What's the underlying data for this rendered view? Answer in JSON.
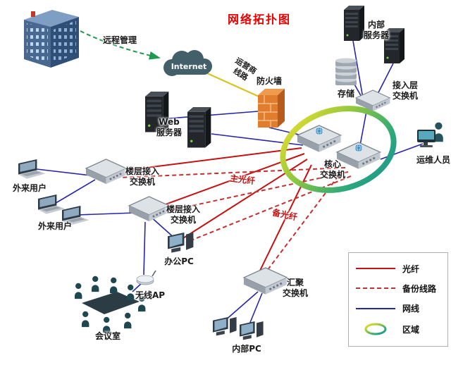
{
  "title": "网络拓扑图",
  "labels": {
    "remote_mgmt": "远程管理",
    "internet": "Internet",
    "carrier_line": "运营商\n线路",
    "firewall": "防火墙",
    "internal_server": "内部\n服务器",
    "storage": "存储",
    "access_switch": "接入层\n交换机",
    "web_server": "Web\n服务器",
    "core_switch": "核心\n交换机",
    "ops_staff": "运维人员",
    "floor_switch_1": "楼层接入\n交换机",
    "floor_switch_2": "楼层接入\n交换机",
    "ext_user_1": "外来用户",
    "ext_user_2": "外来用户",
    "office_pc": "办公PC",
    "wireless_ap": "无线AP",
    "meeting_room": "会议室",
    "agg_switch": "汇聚\n交换机",
    "internal_pc": "内部PC",
    "main_fiber": "主光纤",
    "backup_fiber": "备光纤"
  },
  "legend": {
    "items": [
      {
        "label": "光纤",
        "style": "solid-red"
      },
      {
        "label": "备份线路",
        "style": "dashed-red"
      },
      {
        "label": "网线",
        "style": "solid-blue"
      },
      {
        "label": "区域",
        "style": "gradient-ring"
      }
    ]
  },
  "colors": {
    "fiber": "#c41212",
    "backup_line": "#c43030",
    "network_cable": "#2626a8",
    "carrier_line": "#d6c51f",
    "remote_arrow": "#1d9a50",
    "title": "#e80000",
    "zone_ring": [
      "#f4e12c",
      "#8cc63f",
      "#2aa87c",
      "#1f8f96"
    ]
  }
}
